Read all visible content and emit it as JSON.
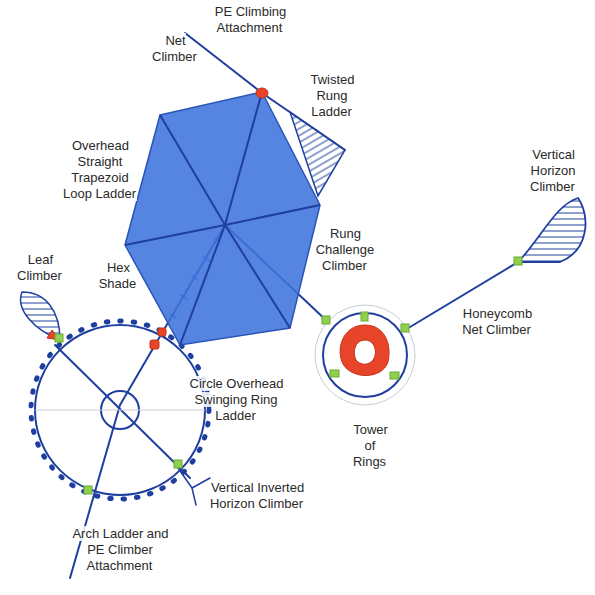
{
  "diagram": {
    "labels": [
      "PE Climbing Attachment",
      "Net Climber",
      "Twisted Rung Ladder",
      "Vertical Horizon Climber",
      "Overhead Straight Trapezoid Loop Ladder",
      "Rung Challenge Climber",
      "Leaf Climber",
      "Hex Shade",
      "Honeycomb Net Climber",
      "Circle Overhead Swinging Ring Ladder",
      "Tower of Rings",
      "Vertical Inverted Horizon Climber",
      "Arch Ladder and PE Climber Attachment"
    ]
  }
}
